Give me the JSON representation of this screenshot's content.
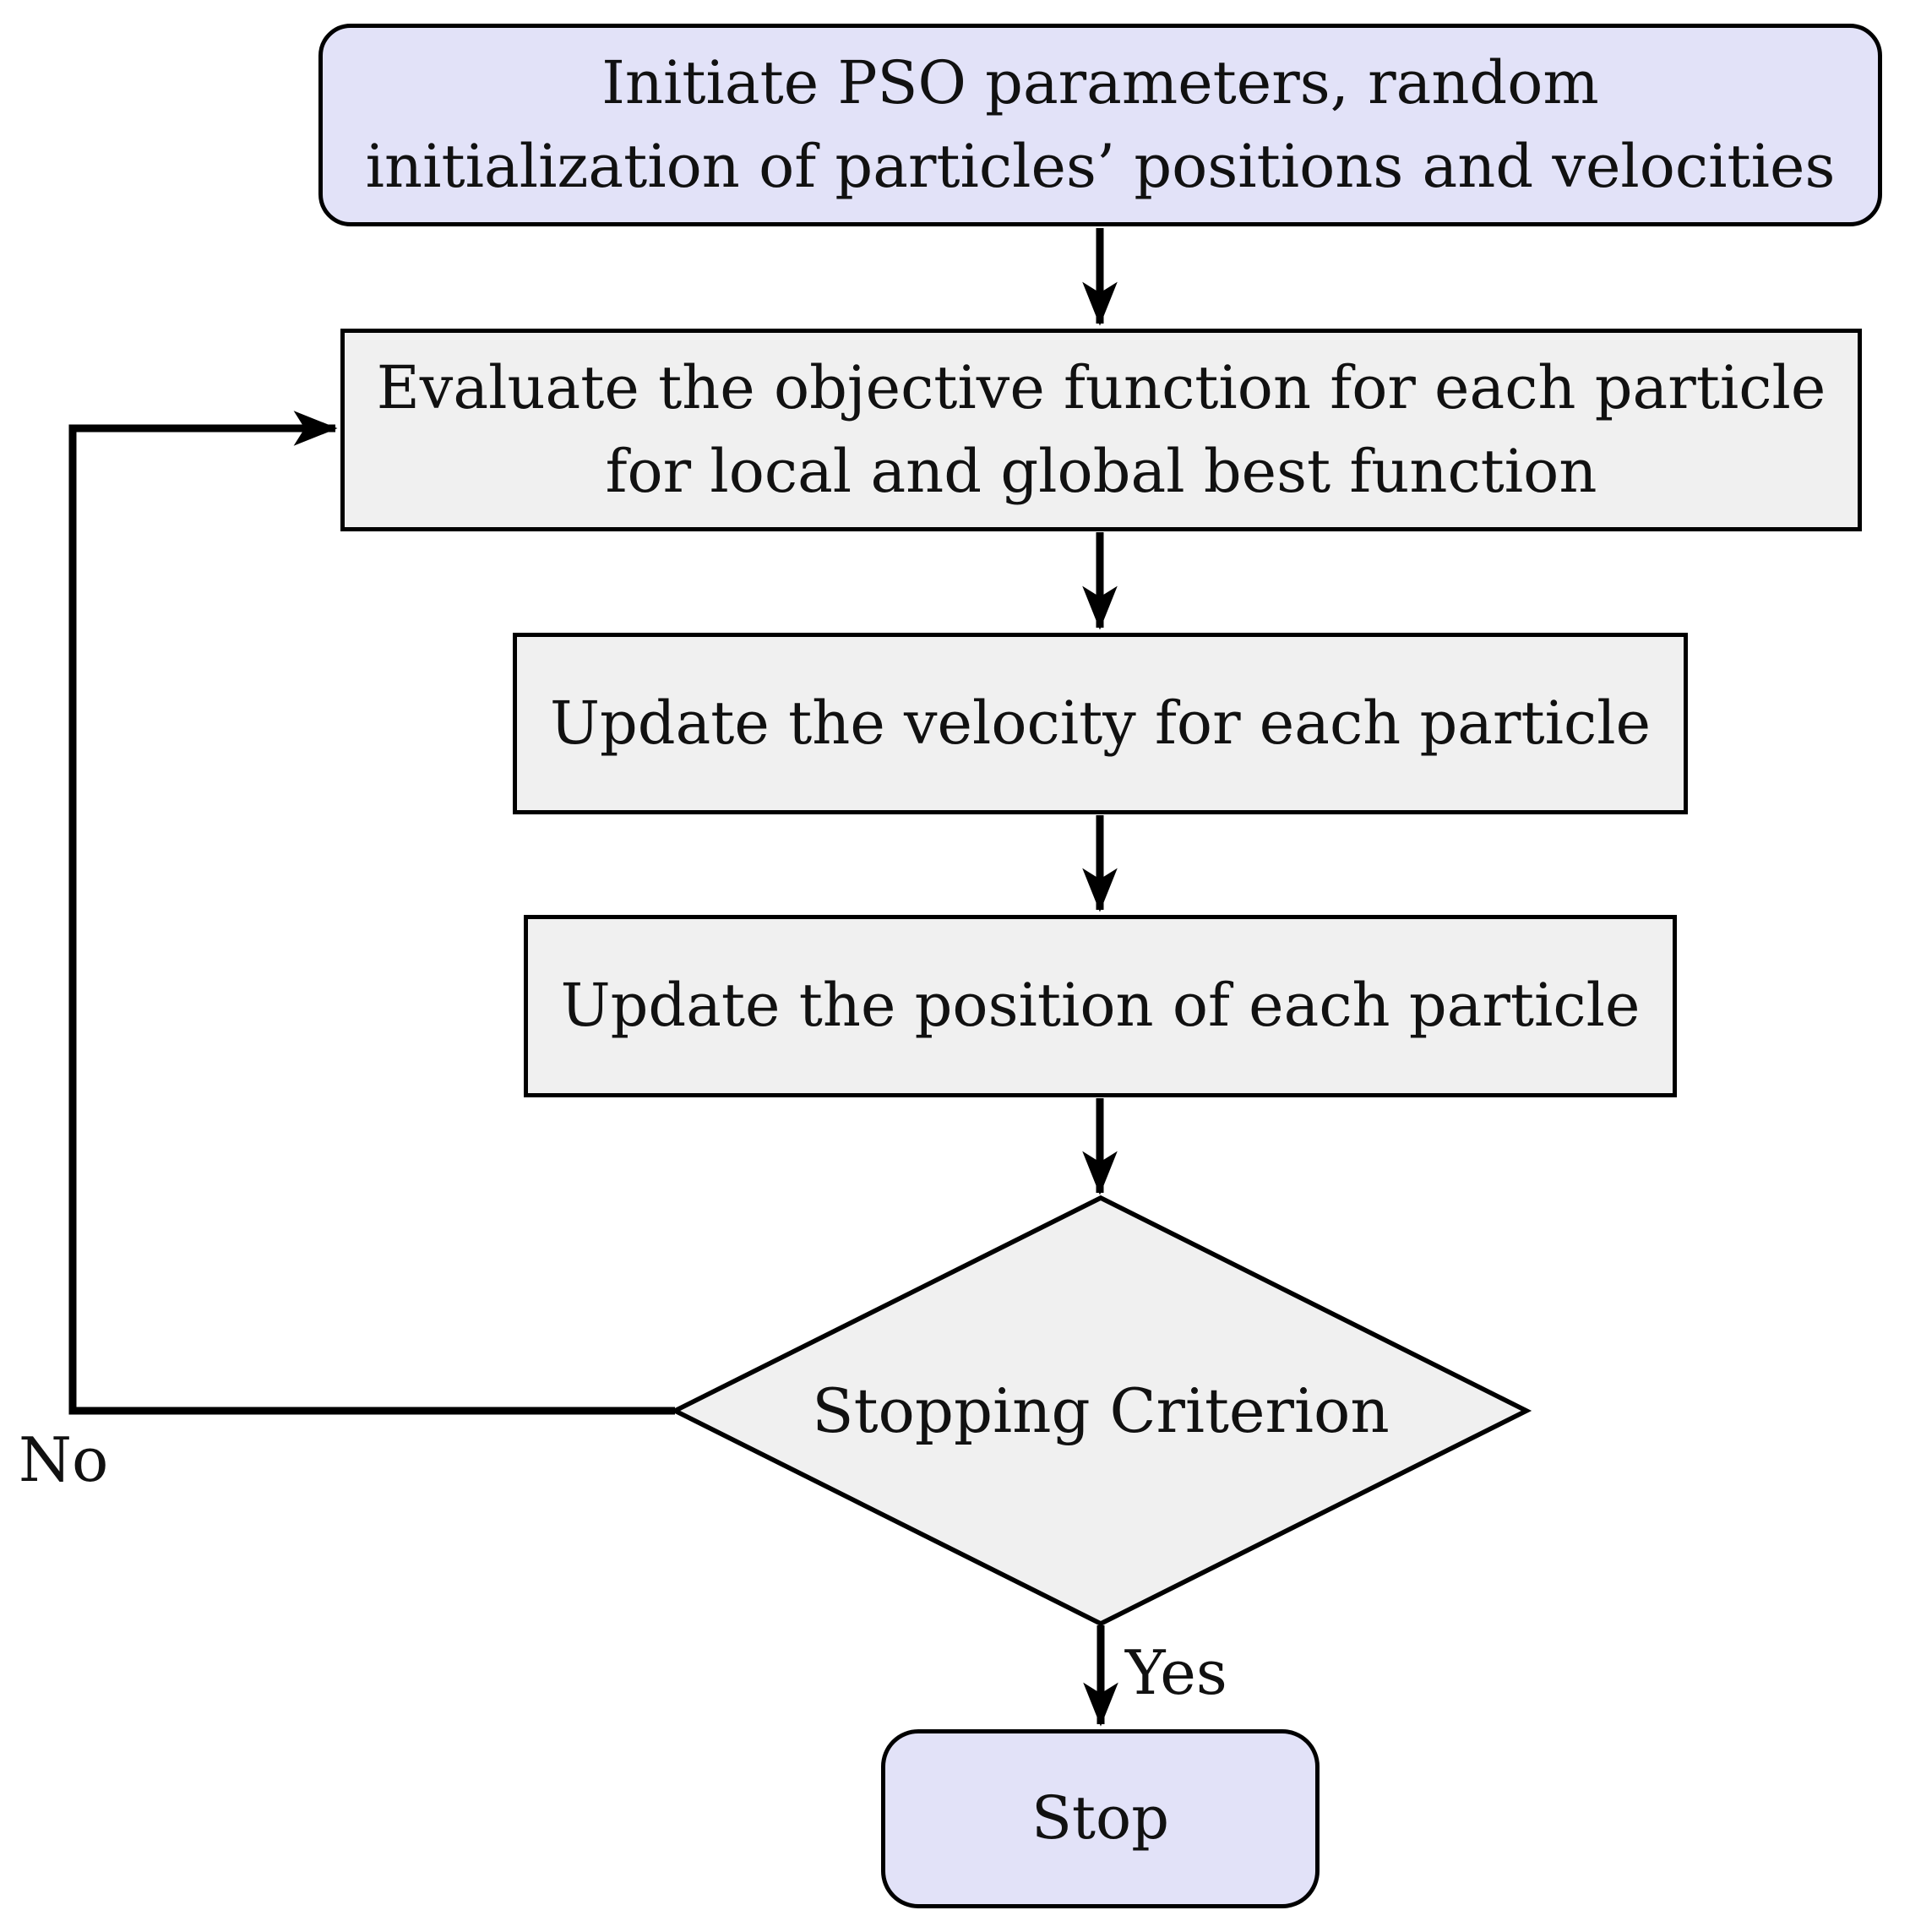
{
  "colors": {
    "terminal_fill": "#e2e2f8",
    "process_fill": "#f0f0f0",
    "stroke": "#000000",
    "background": "#ffffff"
  },
  "nodes": {
    "start": {
      "type": "terminal",
      "lines": [
        "Initiate PSO parameters, random",
        "initialization of particles’ positions and velocities"
      ]
    },
    "evaluate": {
      "type": "process",
      "lines": [
        "Evaluate the objective function for each particle",
        "for local and global best function"
      ]
    },
    "update_velocity": {
      "type": "process",
      "lines": [
        "Update the velocity for each particle"
      ]
    },
    "update_position": {
      "type": "process",
      "lines": [
        "Update the position of each particle"
      ]
    },
    "stopping_criterion": {
      "type": "decision",
      "lines": [
        "Stopping Criterion"
      ]
    },
    "stop": {
      "type": "terminal",
      "lines": [
        "Stop"
      ]
    }
  },
  "edges": {
    "yes_label": "Yes",
    "no_label": "No"
  }
}
